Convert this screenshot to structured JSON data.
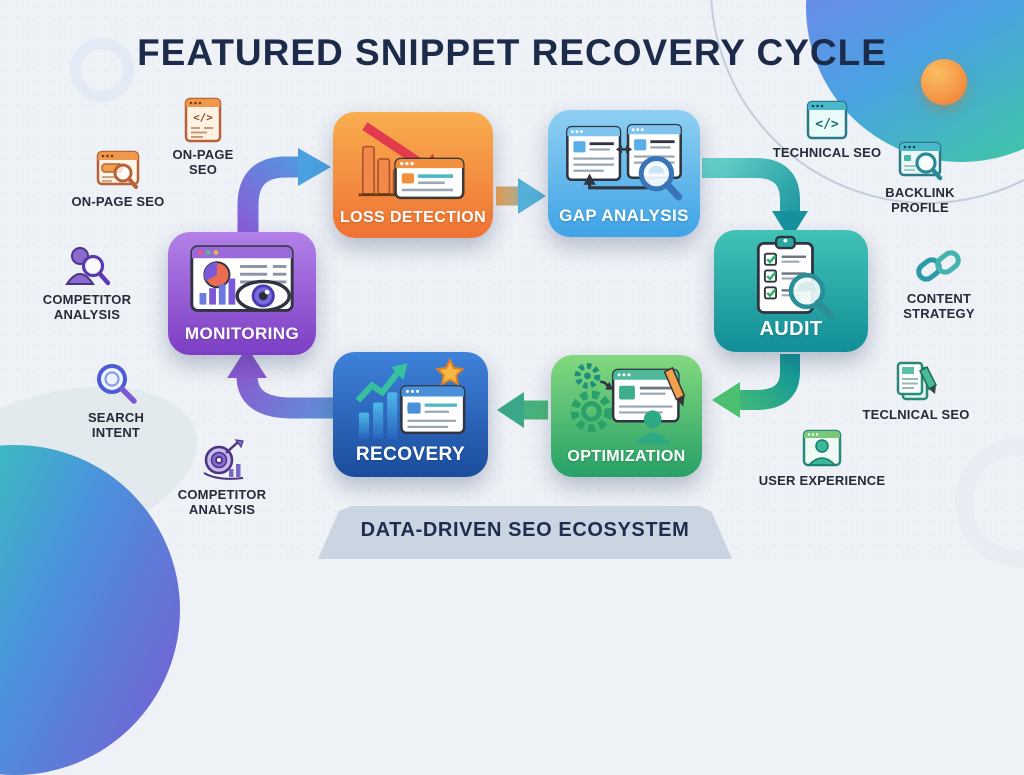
{
  "title": "FEATURED SNIPPET RECOVERY CYCLE",
  "banner": "DATA-DRIVEN SEO ECOSYSTEM",
  "colors": {
    "background": "#eef1f6",
    "title": "#1c2b4a",
    "banner_bg": "#cbd5e2",
    "accent_orange": "#ef7a30",
    "accent_purple": "#7c3ec4",
    "accent_teal": "#17929c",
    "accent_green": "#2da067",
    "accent_blue": "#1b4c9c"
  },
  "cycle_nodes": [
    {
      "id": "loss-detection",
      "label": "LOSS DETECTION",
      "color_top": "#F9AE4F",
      "color_bottom": "#EF7233",
      "icon": "falling-chart-icon"
    },
    {
      "id": "gap-analysis",
      "label": "GAP ANALYSIS",
      "color_top": "#8FD0F2",
      "color_bottom": "#3FA3E6",
      "icon": "compare-pages-icon"
    },
    {
      "id": "audit",
      "label": "AUDIT",
      "color_top": "#41C2B6",
      "color_bottom": "#128E98",
      "icon": "checklist-magnifier-icon"
    },
    {
      "id": "optimization",
      "label": "OPTIMIZATION",
      "color_top": "#83D97F",
      "color_bottom": "#27A067",
      "icon": "gears-editor-icon"
    },
    {
      "id": "recovery",
      "label": "RECOVERY",
      "color_top": "#3E82DA",
      "color_bottom": "#1B4C9C",
      "icon": "rising-chart-star-icon"
    },
    {
      "id": "monitoring",
      "label": "MONITORING",
      "color_top": "#B381E8",
      "color_bottom": "#7C3EC4",
      "icon": "dashboard-eye-icon"
    }
  ],
  "satellites": [
    {
      "id": "on-page-seo-left",
      "label": "ON-PAGE SEO",
      "icon": "browser-search-icon"
    },
    {
      "id": "on-page-seo-top",
      "label": "ON-PAGE SEO",
      "icon": "code-browser-icon"
    },
    {
      "id": "competitor-analysis-upper",
      "label": "COMPETITOR ANALYSIS",
      "icon": "person-magnifier-icon"
    },
    {
      "id": "search-intent",
      "label": "SEARCH INTENT",
      "icon": "magnifier-icon"
    },
    {
      "id": "competitor-analysis-lower",
      "label": "COMPETITOR ANALYSIS",
      "icon": "target-icon"
    },
    {
      "id": "technical-seo",
      "label": "TECHNICAL SEO",
      "icon": "code-browser-icon"
    },
    {
      "id": "backlink-profile",
      "label": "BACKLINK PROFILE",
      "icon": "browser-search-icon"
    },
    {
      "id": "content-strategy",
      "label": "CONTENT STRATEGY",
      "icon": "chain-link-icon"
    },
    {
      "id": "teclnical-seo",
      "label": "TECLNICAL SEO",
      "icon": "document-pencil-icon"
    },
    {
      "id": "user-experience",
      "label": "USER EXPERIENCE",
      "icon": "browser-person-icon"
    }
  ]
}
